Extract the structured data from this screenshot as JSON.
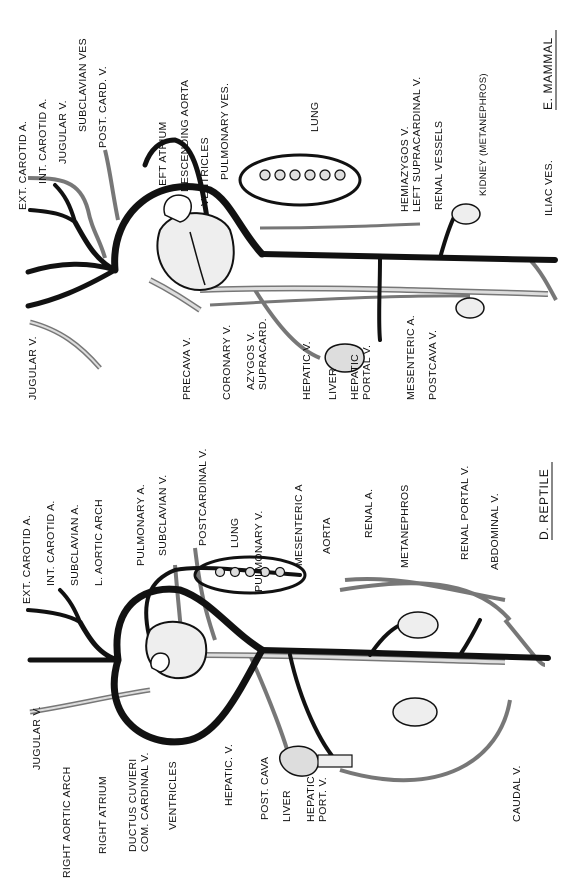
{
  "colors": {
    "artery": "#111111",
    "vein_fill": "#dddddd",
    "vein_edge": "#777777",
    "background": "#ffffff"
  },
  "mammal": {
    "title": "E. MAMMAL",
    "labels": {
      "ext_carotid": "EXT. CAROTID A.",
      "int_carotid": "INT. CAROTID A.",
      "jugular_top": "JUGULAR V.",
      "subclavian": "SUBCLAVIAN VES",
      "post_card": "POST. CARD. V.",
      "left_atrium": "LEFT ATRIUM",
      "descending_aorta": "DESCENDING AORTA",
      "ventricles": "VENTRICLES",
      "pulmonary_ves": "PULMONARY VES.",
      "lung": "LUNG",
      "hemiazygos": "HEMIAZYGOS V.",
      "left_supracardinal": "LEFT SUPRACARDINAL V.",
      "renal_vessels": "RENAL VESSELS",
      "kidney": "KIDNEY (METANEPHROS)",
      "iliac": "ILIAC VES.",
      "jugular_bottom": "JUGULAR V.",
      "precava": "PRECAVA V.",
      "coronary": "CORONARY V.",
      "azygos": "AZYGOS V.",
      "supracard": "SUPRACARD.",
      "hepatic_v": "HEPATIC V.",
      "liver": "LIVER",
      "hepatic_portal_1": "HEPATIC",
      "hepatic_portal_2": "PORTAL V.",
      "mesenteric": "MESENTERIC A.",
      "postcava": "POSTCAVA V."
    }
  },
  "reptile": {
    "title": "D. REPTILE",
    "labels": {
      "ext_carotid": "EXT. CAROTID A.",
      "int_carotid": "INT. CAROTID A.",
      "subclavian_a": "SUBCLAVIAN A.",
      "l_aortic_arch": "L. AORTIC ARCH",
      "pulmonary_a": "PULMONARY A.",
      "subclavian_v": "SUBCLAVIAN V.",
      "postcardinal": "POSTCARDINAL V.",
      "lung": "LUNG",
      "pulmonary_v": "PULMONARY V.",
      "mesenteric": "MESENTERIC A",
      "aorta": "AORTA",
      "renal_a": "RENAL A.",
      "metanephros": "METANEPHROS",
      "renal_portal": "RENAL PORTAL V.",
      "abdominal": "ABDOMINAL V.",
      "jugular": "JUGULAR V.",
      "right_aortic_arch": "RIGHT AORTIC ARCH",
      "right_atrium": "RIGHT ATRIUM",
      "ductus_cuvieri": "DUCTUS CUVIERI",
      "com_cardinal": "COM. CARDINAL V.",
      "ventricles": "VENTRICLES",
      "hepatic_v": "HEPATIC. V.",
      "post_cava": "POST. CAVA",
      "liver": "LIVER",
      "hepatic_port_1": "HEPATIC",
      "hepatic_port_2": "PORT. V.",
      "caudal": "CAUDAL V."
    }
  }
}
